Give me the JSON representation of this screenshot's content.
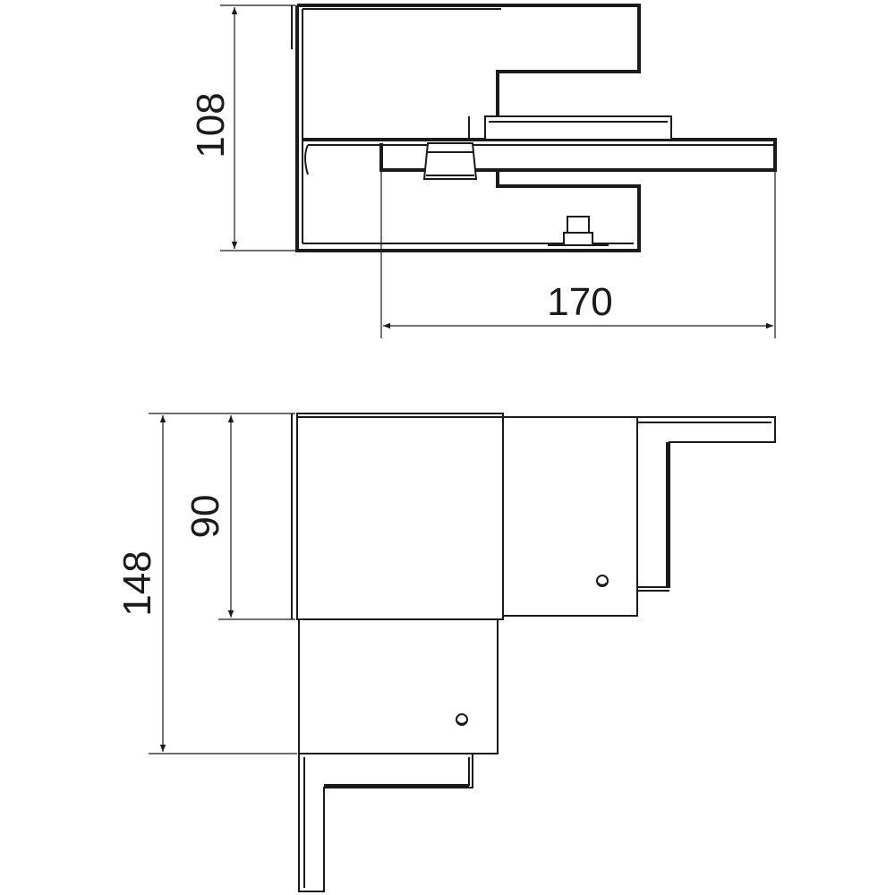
{
  "dimensions": {
    "top_height": "108",
    "top_width": "170",
    "bottom_height_inner": "90",
    "bottom_height_outer": "148"
  },
  "colors": {
    "line": "#1a1a1a",
    "background": "#ffffff"
  }
}
